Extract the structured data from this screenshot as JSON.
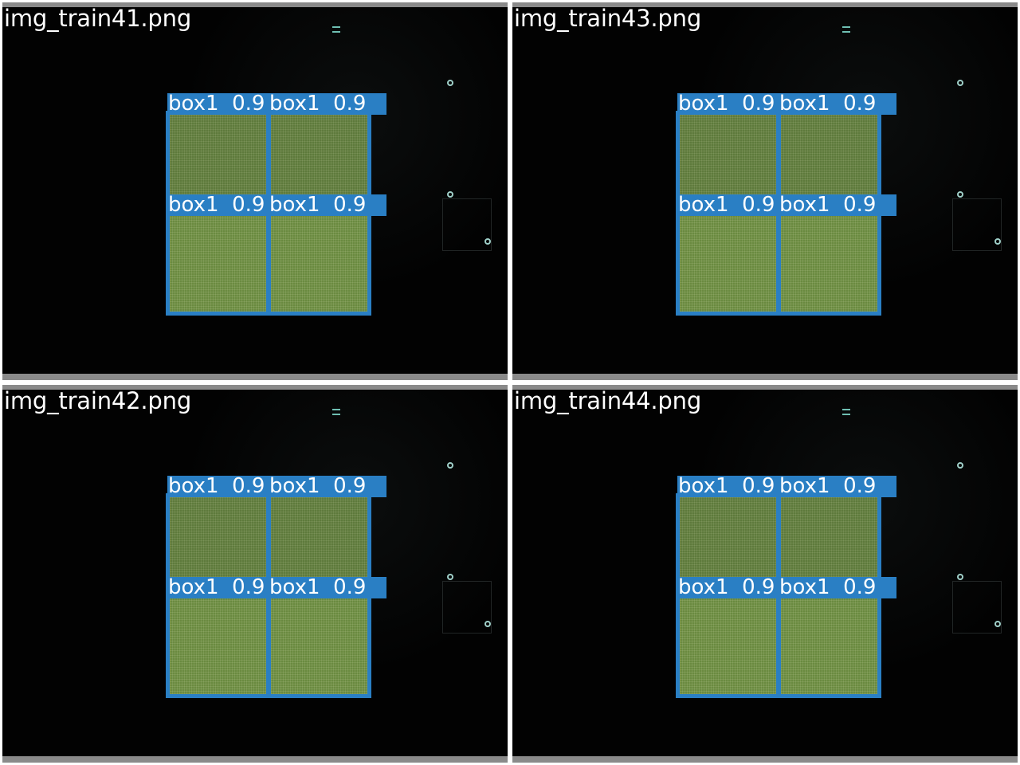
{
  "colors": {
    "box_border": "#2a7fc4",
    "label_background": "#2a7fc4",
    "label_text": "#ffffff",
    "filename_text": "#ffffff",
    "tile_background": "#000000",
    "separator": "#ffffff"
  },
  "tiles": [
    {
      "filename": "img_train41.png",
      "boxes": [
        {
          "label": "box1  0.9"
        },
        {
          "label": "box1  0.9"
        },
        {
          "label": "box1  0.9"
        },
        {
          "label": "box1  0.9"
        }
      ]
    },
    {
      "filename": "img_train43.png",
      "boxes": [
        {
          "label": "box1  0.9"
        },
        {
          "label": "box1  0.9"
        },
        {
          "label": "box1  0.9"
        },
        {
          "label": "box1  0.9"
        }
      ]
    },
    {
      "filename": "img_train42.png",
      "boxes": [
        {
          "label": "box1  0.9"
        },
        {
          "label": "box1  0.9"
        },
        {
          "label": "box1  0.9"
        },
        {
          "label": "box1  0.9"
        }
      ]
    },
    {
      "filename": "img_train44.png",
      "boxes": [
        {
          "label": "box1  0.9"
        },
        {
          "label": "box1  0.9"
        },
        {
          "label": "box1  0.9"
        },
        {
          "label": "box1  0.9"
        }
      ]
    }
  ]
}
